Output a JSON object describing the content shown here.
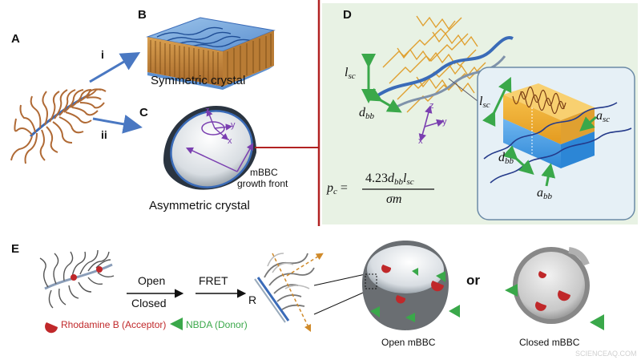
{
  "panels": {
    "A": "A",
    "B": "B",
    "C": "C",
    "D": "D",
    "E": "E"
  },
  "arrows": {
    "i": "i",
    "ii": "ii"
  },
  "captions": {
    "symmetric": "Symmetric crystal",
    "asymmetric": "Asymmetric crystal",
    "mbbc_line1": "mBBC",
    "mbbc_line2": "growth front"
  },
  "axes": {
    "x": "x",
    "y": "y",
    "z": "z"
  },
  "panel_d": {
    "l_sc": "l",
    "l_sc_sub": "sc",
    "d_bb": "d",
    "d_bb_sub": "bb",
    "a_sc": "a",
    "a_sc_sub": "sc",
    "a_bb": "a",
    "a_bb_sub": "bb",
    "eq_lhs": "p",
    "eq_lhs_sub": "c",
    "eq_equals": "=",
    "eq_numerator": "4.23",
    "eq_num_d": "d",
    "eq_num_d_sub": "bb",
    "eq_num_l": "l",
    "eq_num_l_sub": "sc",
    "eq_denominator": "σm"
  },
  "panel_e": {
    "open": "Open",
    "closed": "Closed",
    "fret": "FRET",
    "r": "R",
    "or": "or",
    "rhodamine": "Rhodamine B (Acceptor)",
    "nbda": "NBDA (Donor)",
    "open_mbbc": "Open mBBC",
    "closed_mbbc": "Closed mBBC"
  },
  "watermark": "SCIENCEAQ.COM",
  "colors": {
    "red_divider": "#b22222",
    "panel_d_bg": "#e8f2e4",
    "arrow_blue": "#4a78c2",
    "green": "#3aa84a",
    "rhodamine_red": "#c0282a",
    "side_chain": "#c06a2a",
    "backbone": "#3a6bb8"
  }
}
